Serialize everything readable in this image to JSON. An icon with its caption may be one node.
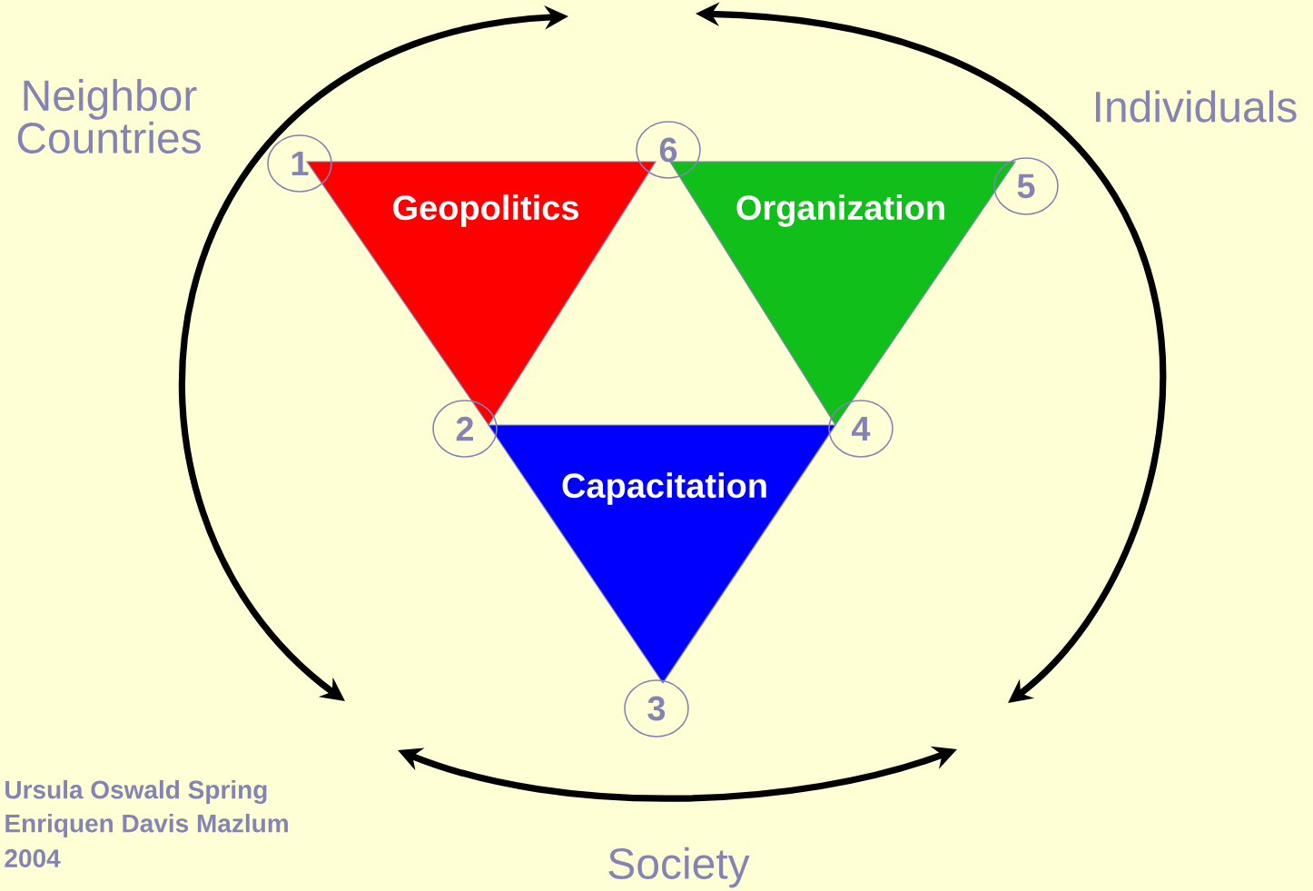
{
  "diagram": {
    "nodes": [
      {
        "text": [
          "1"
        ]
      },
      {
        "text": [
          "Geopolitics"
        ]
      },
      {
        "text": [
          "6"
        ]
      },
      {
        "text": [
          "Organization"
        ]
      },
      {
        "text": [
          "5"
        ]
      },
      {
        "text": [
          "2"
        ]
      },
      {
        "text": [
          "4"
        ]
      },
      {
        "text": [
          "Capacitation"
        ]
      },
      {
        "text": [
          "3"
        ]
      }
    ],
    "labels": [
      "Neighbor Countries",
      "Individuals",
      "Ursula Oswald Spring",
      "Enriquen Davis Mazlum",
      "2004",
      "Society"
    ]
  }
}
